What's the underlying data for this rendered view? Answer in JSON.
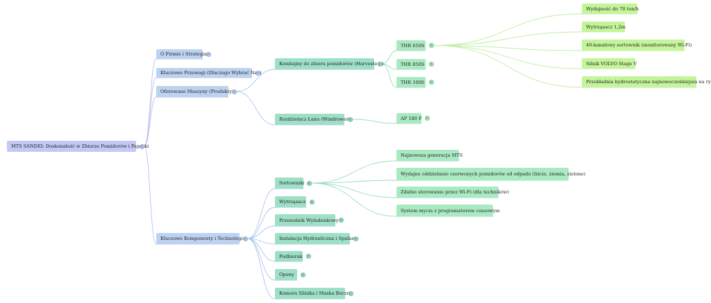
{
  "mindmap": {
    "root": {
      "label": "MTS SANDEI: Doskonałość w Zbiorze Pomidorów i Papryki",
      "children": [
        {
          "label": "O Firmie i Strategia",
          "collapsed": true
        },
        {
          "label": "Kluczowe Przewagi (Dlaczego Wybrać Nas)",
          "collapsed": true
        },
        {
          "label": "Oferowane Maszyny (Produkty)",
          "children": [
            {
              "label": "Kombajny do zbioru pomidorów (Harvesters)",
              "children": [
                {
                  "label": "THR 650S",
                  "children": [
                    {
                      "label": "Wydajność do 70 ton/h"
                    },
                    {
                      "label": "Wytrząsacz 1,2m"
                    },
                    {
                      "label": "40-kanałowy sortownik (monitorowany Wi-Fi)"
                    },
                    {
                      "label": "Silnik VOLVO Stage V"
                    },
                    {
                      "label": "Przekładnia hydrostatyczna najnowocześniejsza na rynku"
                    }
                  ]
                },
                {
                  "label": "THR 850S",
                  "collapsed": true
                },
                {
                  "label": "THR 1000",
                  "collapsed": true
                }
              ]
            },
            {
              "label": "Rozdzielacz Łanu (Windrower)",
              "children": [
                {
                  "label": "AP 180 F",
                  "collapsed": true
                }
              ]
            }
          ]
        },
        {
          "label": "Kluczowe Komponenty i Technologie",
          "children": [
            {
              "label": "Sortowniki",
              "children": [
                {
                  "label": "Najnowsza generacja MTS"
                },
                {
                  "label": "Wydajne oddzielanie czerwonych pomidorów od odpadu (liście, ziemia, zielone)"
                },
                {
                  "label": "Zdalne sterowanie przez Wi-Fi (dla techników)"
                },
                {
                  "label": "System mycia z programatorem czasowym"
                }
              ]
            },
            {
              "label": "Wytrząsacz",
              "collapsed": true
            },
            {
              "label": "Przenośnik Wyładunkowy",
              "collapsed": true
            },
            {
              "label": "Instalacja Hydrauliczna i Spalanie",
              "collapsed": true
            },
            {
              "label": "Podbierak",
              "collapsed": true
            },
            {
              "label": "Opony",
              "collapsed": true
            },
            {
              "label": "Komora Silnika i Maska Boczna",
              "collapsed": true
            }
          ]
        }
      ]
    },
    "toggle_glyphs": {
      "expanded": "<",
      "collapsed": ">"
    },
    "colors": {
      "level0": "#c3c9f4",
      "level1": "#bcd2f1",
      "level2": "#9ee0c6",
      "level3": "#aaeac3",
      "level4": "#c5f59a",
      "link_level0": "#b8c0ee",
      "link_level1": "#a9c4ec",
      "link_level2": "#98dbbd",
      "link_level3": "#bdeea0"
    }
  }
}
